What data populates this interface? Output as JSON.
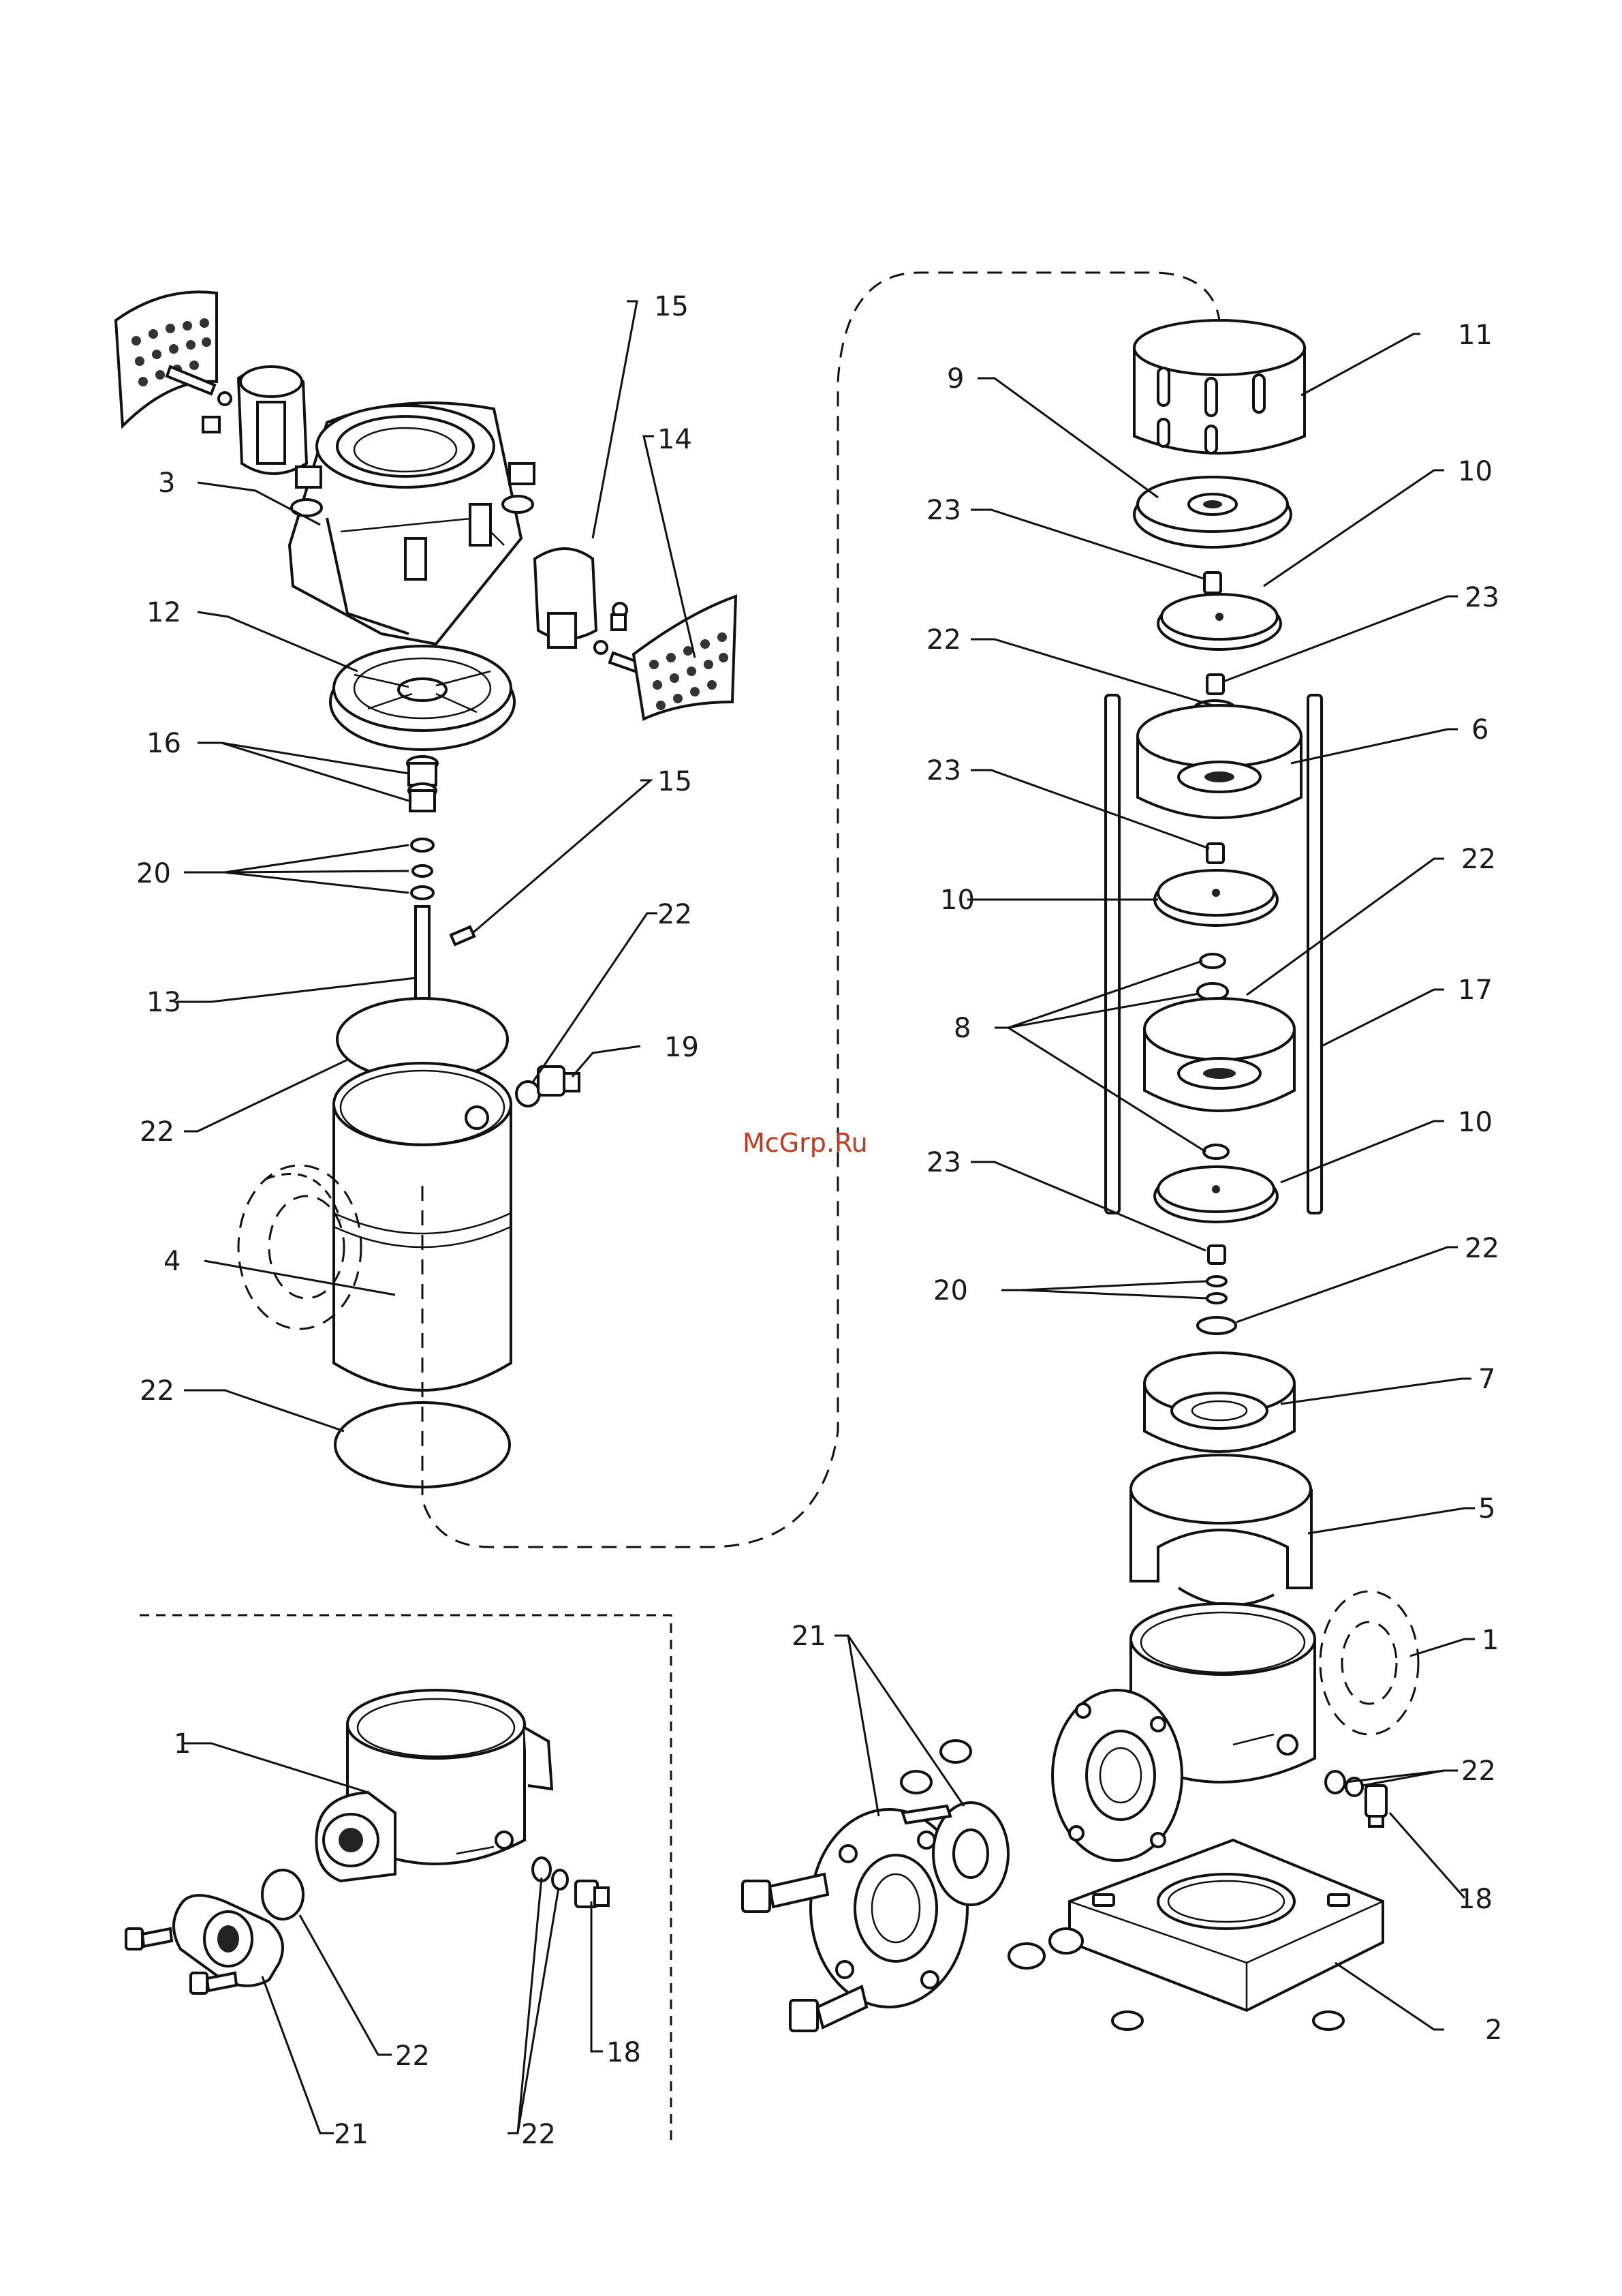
{
  "watermark": "McGrp.Ru",
  "labels": {
    "n1": "1",
    "n2": "2",
    "n3": "3",
    "n4": "4",
    "n5": "5",
    "n6": "6",
    "n7": "7",
    "n8": "8",
    "n9": "9",
    "n10": "10",
    "n11": "11",
    "n12": "12",
    "n13": "13",
    "n14": "14",
    "n15": "15",
    "n16": "16",
    "n17": "17",
    "n18": "18",
    "n19": "19",
    "n20": "20",
    "n21": "21",
    "n22": "22",
    "n23": "23"
  }
}
